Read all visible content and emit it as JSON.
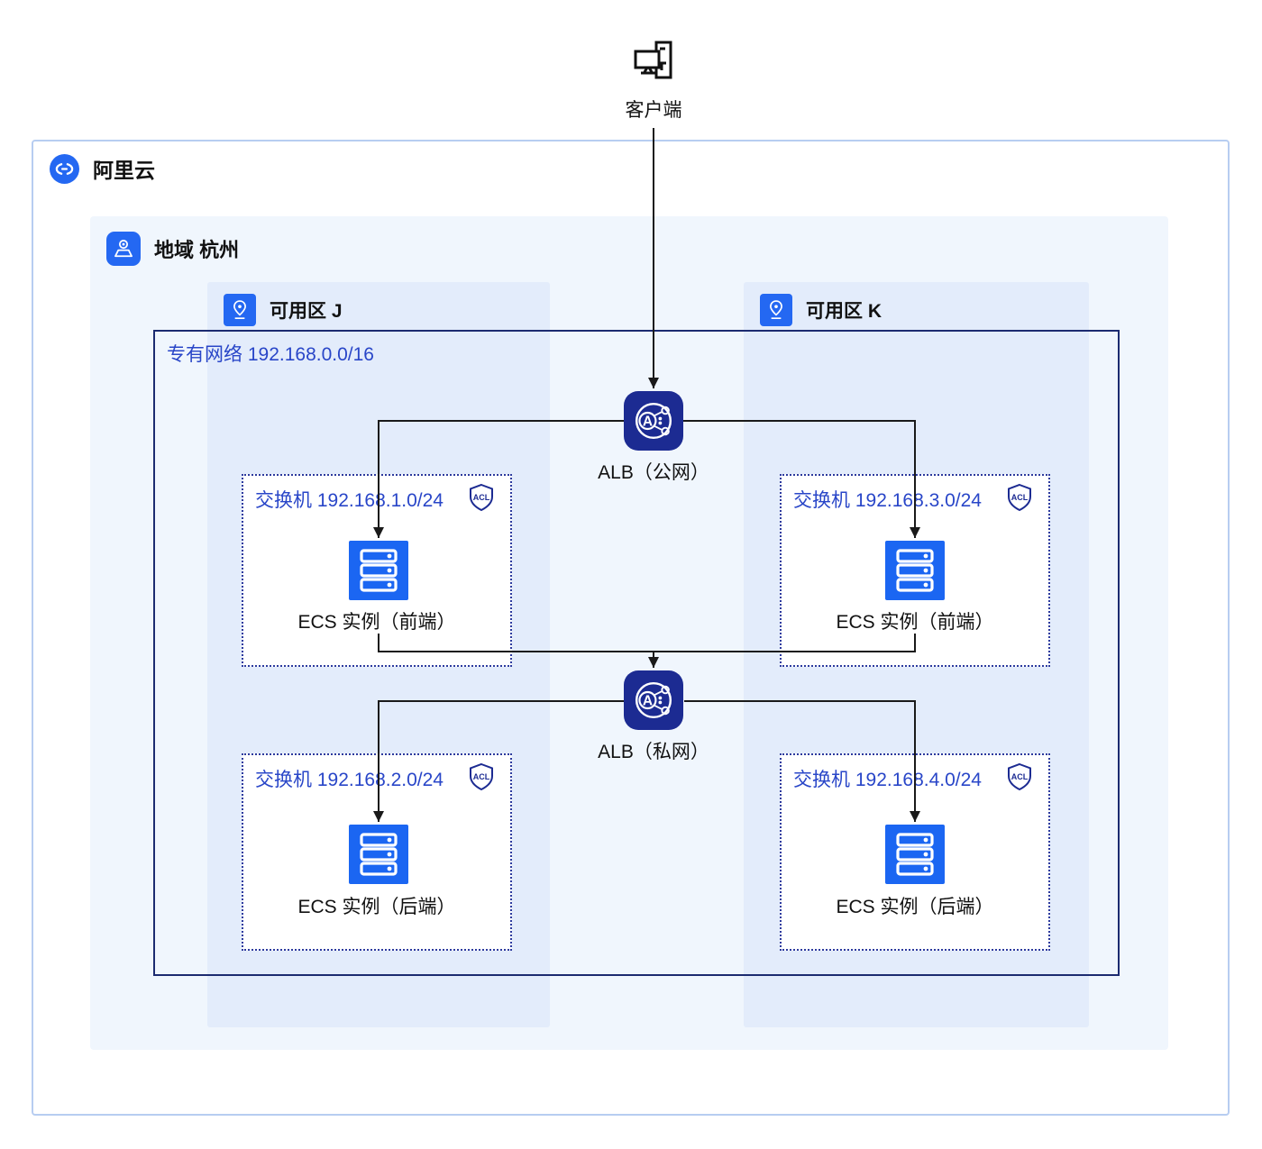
{
  "client": {
    "label": "客户端"
  },
  "provider": {
    "label": "阿里云"
  },
  "region": {
    "label": "地域 杭州"
  },
  "zones": [
    {
      "label": "可用区 J"
    },
    {
      "label": "可用区 K"
    }
  ],
  "vpc": {
    "label": "专有网络 192.168.0.0/16"
  },
  "albs": [
    {
      "label": "ALB（公网）"
    },
    {
      "label": "ALB（私网）"
    }
  ],
  "switches": [
    {
      "label": "交换机 192.168.1.0/24",
      "acl_label": "ACL",
      "ecs_label": "ECS 实例（前端）"
    },
    {
      "label": "交换机 192.168.3.0/24",
      "acl_label": "ACL",
      "ecs_label": "ECS 实例（前端）"
    },
    {
      "label": "交换机 192.168.2.0/24",
      "acl_label": "ACL",
      "ecs_label": "ECS 实例（后端）"
    },
    {
      "label": "交换机 192.168.4.0/24",
      "acl_label": "ACL",
      "ecs_label": "ECS 实例（后端）"
    }
  ],
  "colors": {
    "primary_blue": "#2468f2",
    "ecs_blue": "#1b66f2",
    "alb_navy": "#1c2b92",
    "label_blue": "#2946c8",
    "vpc_border": "#1c2b70",
    "zone_bg": "#e3ecfb",
    "region_bg": "#f0f6fd",
    "outer_border": "#b7cdf1",
    "connector": "#1a1a1a"
  }
}
